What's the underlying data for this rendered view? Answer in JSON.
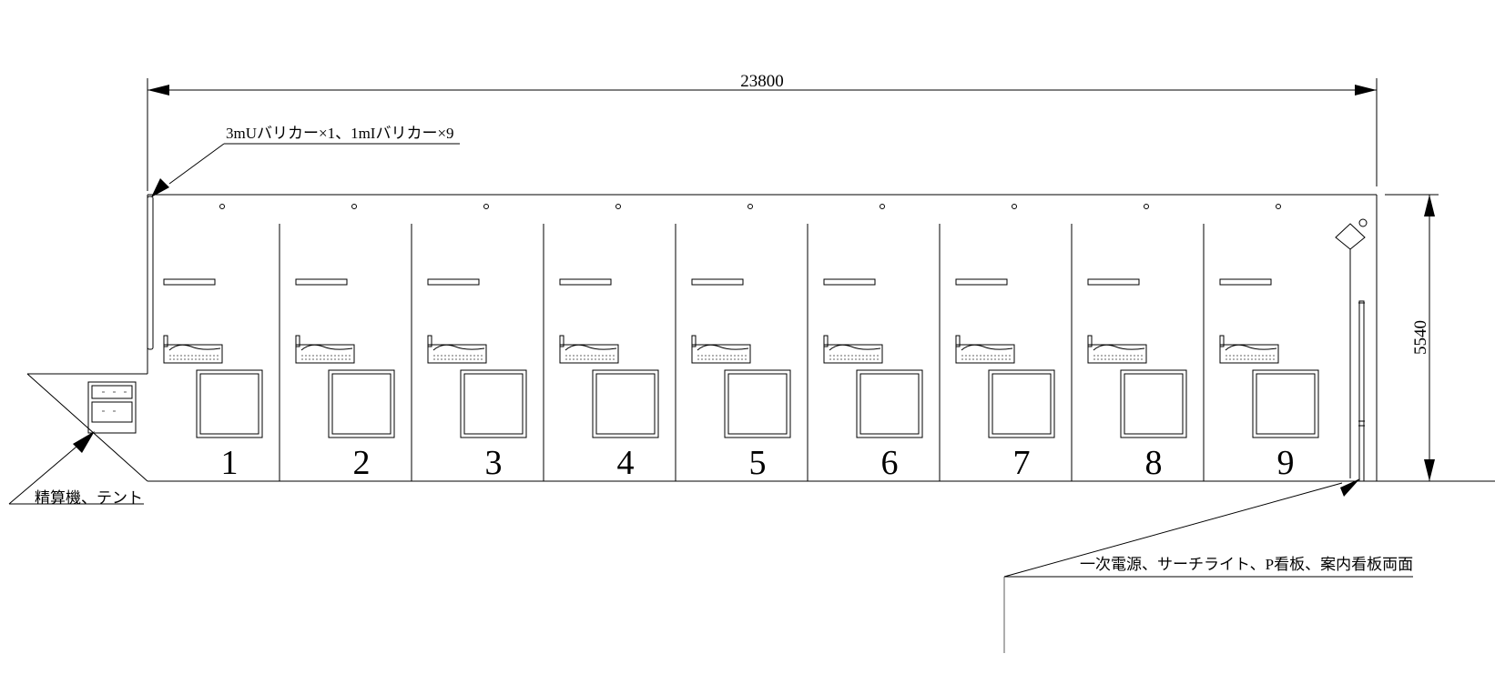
{
  "dimensions": {
    "width_label": "23800",
    "height_label": "5540"
  },
  "notes": {
    "barricade": "3mUバリカー×1、1mIバリカー×9",
    "payment": "精算機、テント",
    "power": "一次電源、サーチライト、P看板、案内看板両面"
  },
  "stalls": {
    "labels": [
      "1",
      "2",
      "3",
      "4",
      "5",
      "6",
      "7",
      "8",
      "9"
    ]
  }
}
